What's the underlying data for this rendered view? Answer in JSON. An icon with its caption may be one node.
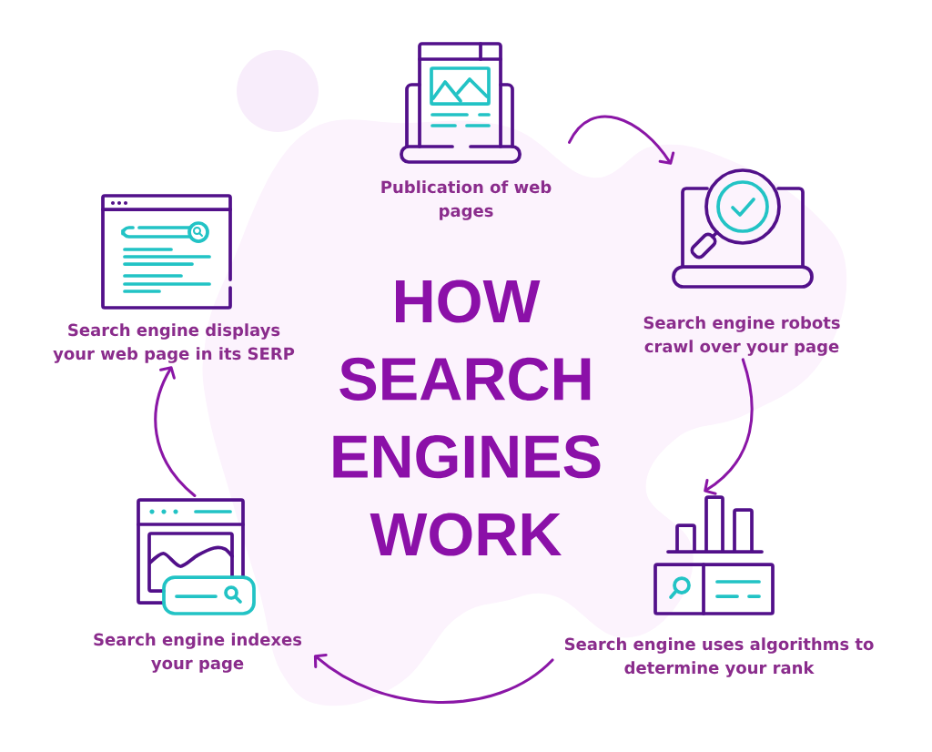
{
  "diagram": {
    "title": "HOW SEARCH ENGINES WORK",
    "nodes": [
      {
        "text": [
          "Publication of web pages"
        ]
      },
      {
        "text": [
          "Search engine robots crawl over your page"
        ]
      },
      {
        "text": [
          "Search engine uses algorithms to determine your rank"
        ]
      },
      {
        "text": [
          "Search engine indexes your page"
        ]
      },
      {
        "text": [
          "Search engine displays your web page in its SERP"
        ]
      }
    ],
    "edges": [
      {
        "from": 0,
        "to": 1,
        "arrow": "to"
      },
      {
        "from": 1,
        "to": 2,
        "arrow": "to"
      },
      {
        "from": 2,
        "to": 3,
        "arrow": "to"
      },
      {
        "from": 3,
        "to": 4,
        "arrow": "to"
      }
    ]
  }
}
